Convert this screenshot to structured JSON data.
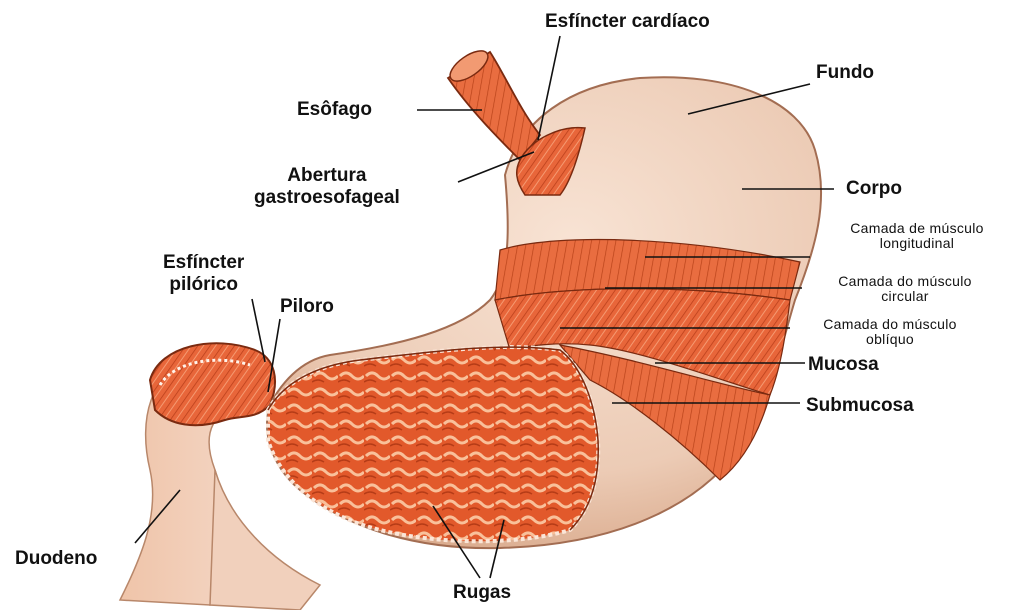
{
  "labels": {
    "esfincter_cardiaco": "Esfíncter cardíaco",
    "fundo": "Fundo",
    "esofago": "Esôfago",
    "abertura_line1": "Abertura",
    "abertura_line2": "gastroesofageal",
    "corpo": "Corpo",
    "long_line1": "Camada de músculo",
    "long_line2": "longitudinal",
    "circ_line1": "Camada do músculo",
    "circ_line2": "circular",
    "obl_line1": "Camada do músculo",
    "obl_line2": "oblíquo",
    "esf_pil_line1": "Esfíncter",
    "esf_pil_line2": "pilórico",
    "piloro": "Piloro",
    "mucosa": "Mucosa",
    "submucosa": "Submucosa",
    "duodeno": "Duodeno",
    "rugas": "Rugas"
  },
  "colors": {
    "muscle": "#e8663a",
    "muscle_dark": "#c8451f",
    "serosa": "#f1d2bf",
    "rugae": "#f6b48a",
    "line": "#111111"
  }
}
